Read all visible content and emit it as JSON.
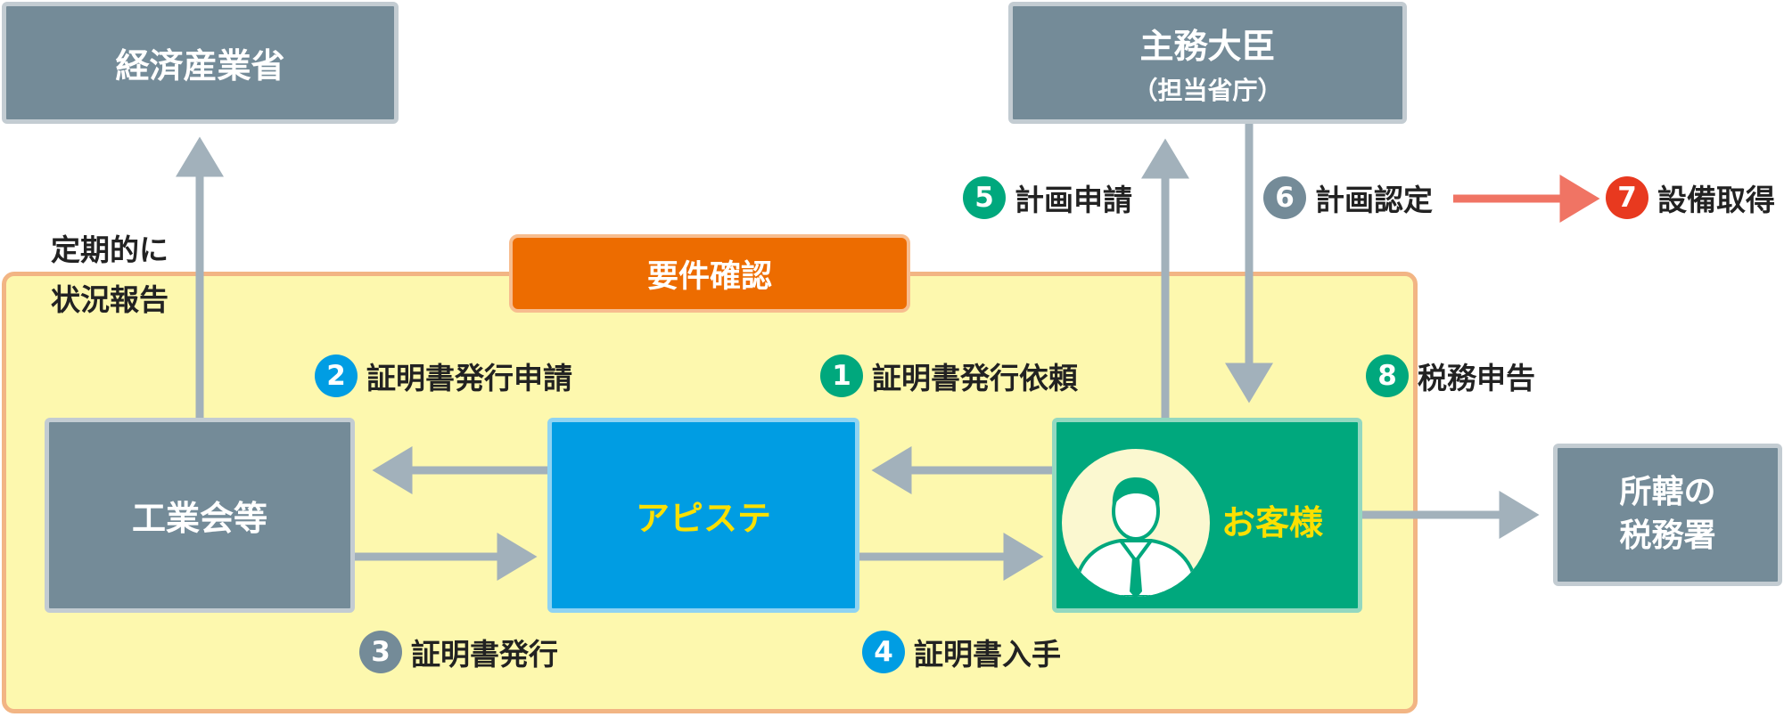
{
  "boxes": {
    "meti": "経済産業省",
    "minister_title": "主務大臣",
    "minister_sub": "（担当省庁）",
    "kogyo": "工業会等",
    "apiste": "アピステ",
    "customer": "お客様",
    "tax_office_line1": "所轄の",
    "tax_office_line2": "税務署"
  },
  "requirement_tab": "要件確認",
  "periodic_report": {
    "line1": "定期的に",
    "line2": "状況報告"
  },
  "steps": [
    {
      "num": "1",
      "label": "証明書発行依頼",
      "color": "#00a87d"
    },
    {
      "num": "2",
      "label": "証明書発行申請",
      "color": "#009de3"
    },
    {
      "num": "3",
      "label": "証明書発行",
      "color": "#748b98"
    },
    {
      "num": "4",
      "label": "証明書入手",
      "color": "#009de3"
    },
    {
      "num": "5",
      "label": "計画申請",
      "color": "#00a87d"
    },
    {
      "num": "6",
      "label": "計画認定",
      "color": "#748b98"
    },
    {
      "num": "7",
      "label": "設備取得",
      "color": "#e8391f"
    },
    {
      "num": "8",
      "label": "税務申告",
      "color": "#00a87d"
    }
  ],
  "colors": {
    "arrow_gray": "#a2b1bb",
    "arrow_red": "#f07464",
    "zone_fill": "#fdf8ae",
    "zone_border": "#f2b584",
    "tab_orange": "#ed6c00"
  }
}
